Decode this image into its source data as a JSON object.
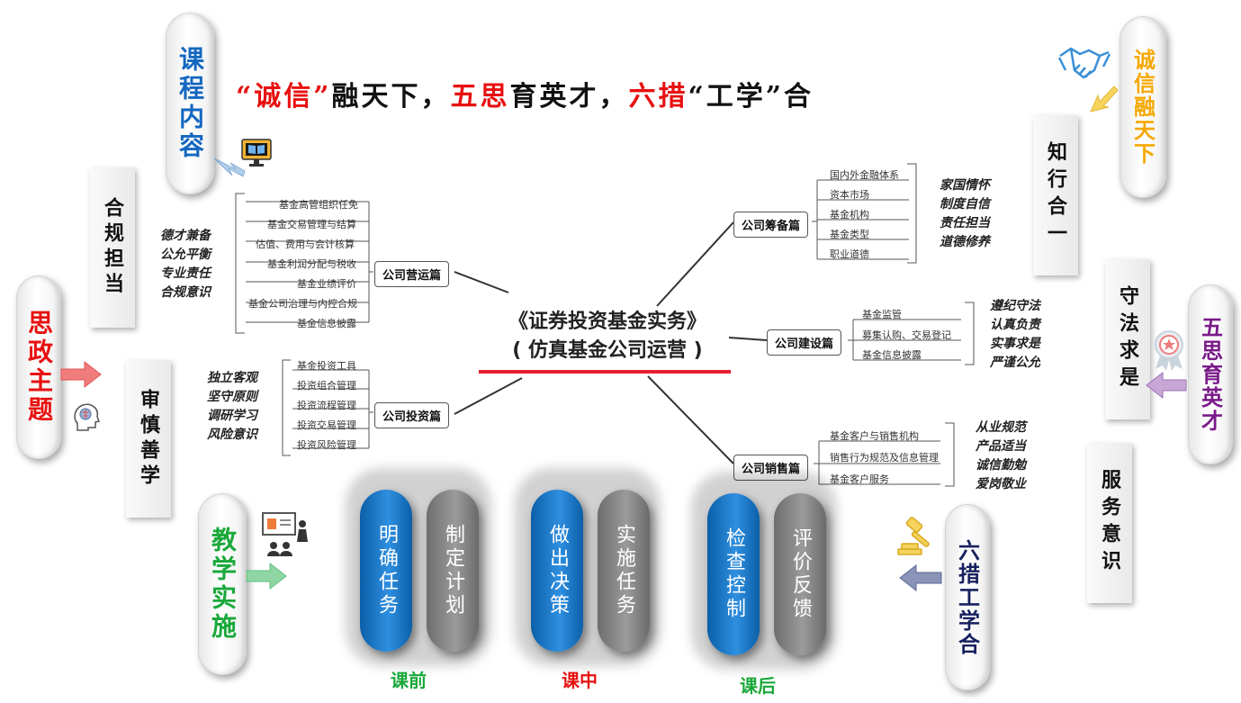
{
  "slogan": {
    "part1": "“诚信”",
    "part2": "融天下，",
    "part3": "五思",
    "part4": "育英才，",
    "part5": "六措",
    "part6": "“工学”合"
  },
  "left_labels": {
    "course_content": "课程内容",
    "ideology": "思政主题",
    "teaching": "教学实施",
    "compliance": "合规担当",
    "prudent": "审慎善学"
  },
  "right_labels": {
    "integrity": "诚信融天下",
    "five_thoughts": "五思育英才",
    "six_measures": "六措工学合",
    "unity": "知行合一",
    "law": "守法求是",
    "service": "服务意识"
  },
  "center": {
    "line1": "《证券投资基金实务》",
    "line2": "( 仿真基金公司运营 )"
  },
  "branches": {
    "operation": {
      "label": "公司营运篇",
      "items": [
        "基金高管组织任免",
        "基金交易管理与结算",
        "估值、费用与会计核算",
        "基金利润分配与税收",
        "基金业绩评价",
        "基金公司治理与内控合规",
        "基金信息披露"
      ],
      "values": [
        "德才兼备",
        "公允平衡",
        "专业责任",
        "合规意识"
      ]
    },
    "investment": {
      "label": "公司投资篇",
      "items": [
        "基金投资工具",
        "投资组合管理",
        "投资流程管理",
        "投资交易管理",
        "投资风险管理"
      ],
      "values": [
        "独立客观",
        "坚守原则",
        "调研学习",
        "风险意识"
      ]
    },
    "preparation": {
      "label": "公司筹备篇",
      "items": [
        "国内外金融体系",
        "资本市场",
        "基金机构",
        "基金类型",
        "职业道德"
      ],
      "values": [
        "家国情怀",
        "制度自信",
        "责任担当",
        "道德修养"
      ]
    },
    "construction": {
      "label": "公司建设篇",
      "items": [
        "基金监管",
        "募集认购、交易登记",
        "基金信息披露"
      ],
      "values": [
        "遵纪守法",
        "认真负责",
        "实事求是",
        "严谨公允"
      ]
    },
    "sales": {
      "label": "公司销售篇",
      "items": [
        "基金客户与销售机构",
        "销售行为规范及信息管理",
        "基金客户服务"
      ],
      "values": [
        "从业规范",
        "产品适当",
        "诚信勤勉",
        "爱岗敬业"
      ]
    }
  },
  "stages": {
    "s1": "明确任务",
    "s2": "制定计划",
    "s3": "做出决策",
    "s4": "实施任务",
    "s5": "检查控制",
    "s6": "评价反馈"
  },
  "phases": {
    "before": "课前",
    "during": "课中",
    "after": "课后"
  },
  "colors": {
    "red": "#e81010",
    "blue": "#1467c0",
    "green": "#1aa83a",
    "orange": "#f5a800",
    "purple": "#7a1a8a",
    "navy": "#17205e"
  }
}
